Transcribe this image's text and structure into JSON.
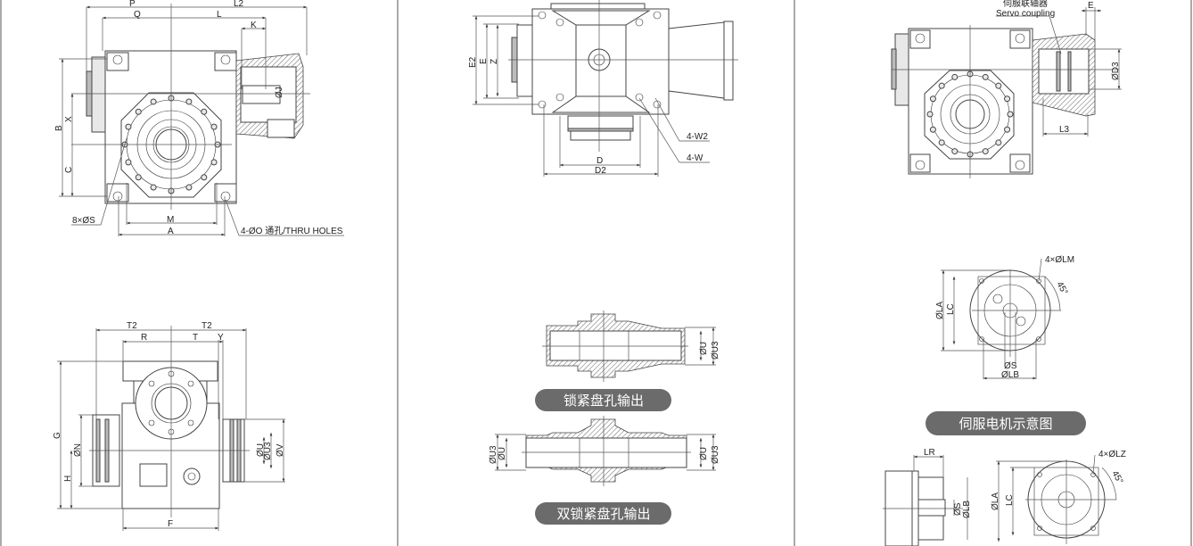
{
  "panel1": {
    "top_view": {
      "P": "P",
      "L2": "L2",
      "Q": "Q",
      "L": "L",
      "K": "K",
      "B": "B",
      "X": "X",
      "C": "C",
      "M": "M",
      "A": "A",
      "J": "ØJ",
      "S_holes": "8×ØS",
      "thru_holes": "4-ØO 通孔/THRU HOLES"
    },
    "side_view": {
      "T2_left": "T2",
      "T2_right": "T2",
      "R": "R",
      "T": "T",
      "Y": "Y",
      "G": "G",
      "H": "H",
      "N": "ØN",
      "U": "ØU",
      "U3": "ØU3",
      "V": "ØV",
      "F": "F"
    }
  },
  "panel2": {
    "top_view": {
      "E2": "E2",
      "E": "E",
      "Z": "Z",
      "D": "D",
      "D2": "D2",
      "W2": "4-W2",
      "W": "4-W"
    },
    "shaft1": {
      "U": "ØU",
      "U3": "ØU3",
      "caption": "锁紧盘孔输出"
    },
    "shaft2": {
      "U_left": "ØU",
      "U3_left": "ØU3",
      "U_right": "ØU",
      "U3_right": "ØU3",
      "caption": "双锁紧盘孔输出"
    }
  },
  "panel3": {
    "top_view": {
      "coupling_cn": "伺服联轴器",
      "coupling_en": "Servo coupling",
      "E": "E",
      "D3": "ØD3",
      "L3": "L3"
    },
    "motor_front": {
      "LM": "4×ØLM",
      "angle": "45°",
      "LA": "ØLA",
      "LC": "LC",
      "S": "ØS",
      "LB": "ØLB"
    },
    "caption": "伺服电机示意图",
    "motor_side": {
      "LR": "LR",
      "S": "ØS",
      "LB": "ØLB"
    },
    "motor_front2": {
      "LZ": "4×ØLZ",
      "angle": "45°",
      "LA": "ØLA",
      "LC": "LC"
    }
  },
  "colors": {
    "caption_bg": "#6b6b6b",
    "line": "#444444"
  }
}
